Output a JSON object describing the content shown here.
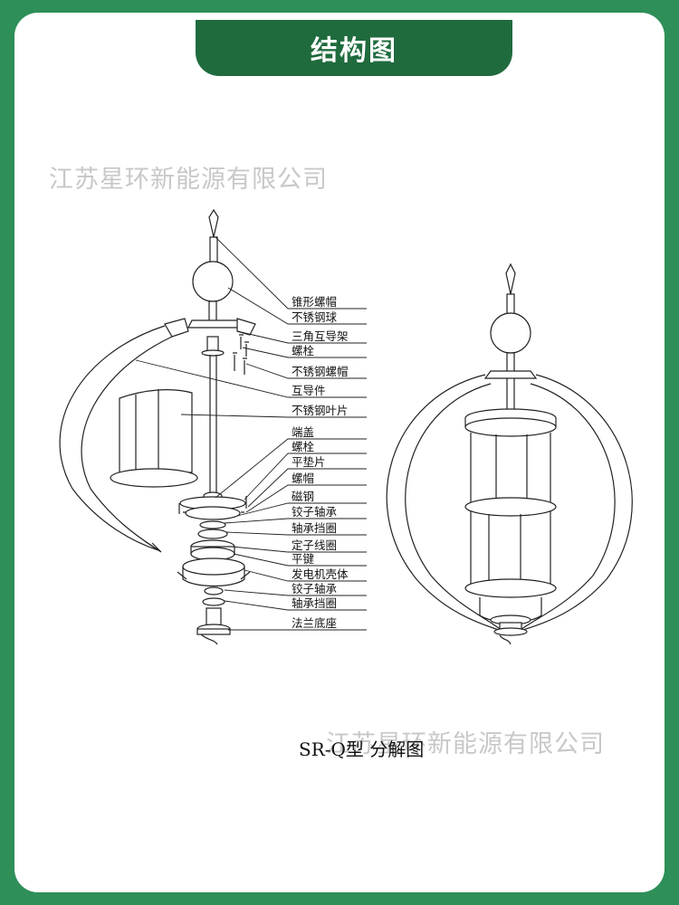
{
  "header": {
    "title": "结构图"
  },
  "watermarks": [
    "江苏星环新能源有限公司",
    "江苏星环新能源有限公司"
  ],
  "parts": [
    "锥形螺帽",
    "不锈钢球",
    "三角互导架",
    "螺栓",
    "不锈钢螺帽",
    "互导件",
    "不锈钢叶片",
    "端盖",
    "螺栓",
    "平垫片",
    "螺帽",
    "磁钢",
    "铰子轴承",
    "轴承挡圈",
    "定子线圈",
    "平键",
    "发电机壳体",
    "铰子轴承",
    "轴承挡圈",
    "法兰底座"
  ],
  "caption": "SR-Q型 分解图",
  "colors": {
    "background": "#2e8f58",
    "tab": "#1f6b3e",
    "watermark": "#c8c8c8"
  }
}
